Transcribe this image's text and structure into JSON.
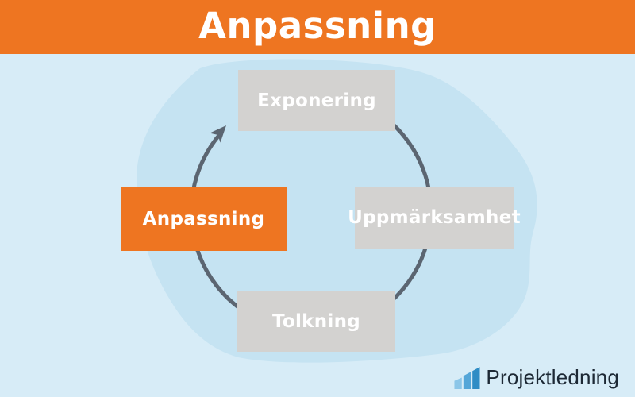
{
  "header": {
    "title": "Anpassning"
  },
  "diagram": {
    "type": "cycle",
    "direction": "clockwise",
    "steps": [
      {
        "label": "Exponering",
        "highlighted": false
      },
      {
        "label": "Uppmärksamhet",
        "highlighted": false
      },
      {
        "label": "Tolkning",
        "highlighted": false
      },
      {
        "label": "Anpassning",
        "highlighted": true
      }
    ]
  },
  "branding": {
    "name": "Projektledning",
    "icon": "ascending-bars-chart-icon"
  },
  "colors": {
    "accent_orange": "#ee7521",
    "background_blue": "#d7ecf7",
    "blob_blue": "#c5e3f2",
    "box_gray": "#d3d2d0",
    "arrow_gray": "#5b6571",
    "step_text": "#ffffff",
    "brand_text": "#1d2935",
    "logo_bar_light": "#8cc6e8",
    "logo_bar_mid": "#54a6d8",
    "logo_bar_dark": "#2e8cc5"
  }
}
